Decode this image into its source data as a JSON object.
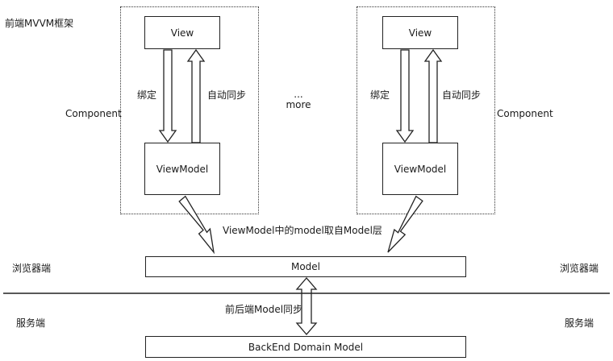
{
  "title": "前端MVVM框架",
  "left_component": {
    "label": "Component",
    "view": "View",
    "viewmodel": "ViewModel",
    "bind_label": "绑定",
    "sync_label": "自动同步"
  },
  "right_component": {
    "label": "Component",
    "view": "View",
    "viewmodel": "ViewModel",
    "bind_label": "绑定",
    "sync_label": "自动同步"
  },
  "more": {
    "dots": "...",
    "label": "more"
  },
  "vm_from_model_label": "ViewModel中的model取自Model层",
  "model_label": "Model",
  "browser_left": "浏览器端",
  "browser_right": "浏览器端",
  "server_left": "服务端",
  "server_right": "服务端",
  "sync_model_label": "前后端Model同步",
  "backend_label": "BackEnd Domain Model"
}
